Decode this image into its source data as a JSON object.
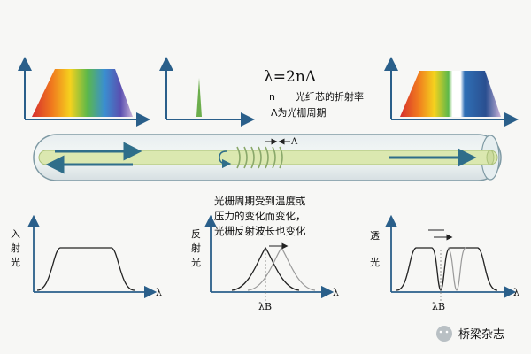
{
  "formula": {
    "equation": "λ=2nΛ",
    "n_symbol": "n",
    "n_desc": "光纤芯的折射率",
    "period_desc": "Λ为光栅周期"
  },
  "fiber": {
    "period_label": "Λ"
  },
  "annotation": {
    "lines": [
      "光栅周期受到温度或",
      "压力的变化而变化，",
      "光栅反射波长也变化"
    ]
  },
  "graphs": {
    "input_ylabel": [
      "入",
      "射",
      "光"
    ],
    "reflect_ylabel": [
      "反",
      "射",
      "光"
    ],
    "transmit_ylabel": [
      "透",
      "光"
    ],
    "x_symbol": "λ",
    "lambda_b": "λB"
  },
  "watermark": {
    "text": "桥梁杂志"
  },
  "colors": {
    "fiber_core": "#dbe8b0",
    "arrow_blue": "#2f6e8a",
    "grating": "#8aa86a",
    "axis": "#2a5f8a"
  }
}
